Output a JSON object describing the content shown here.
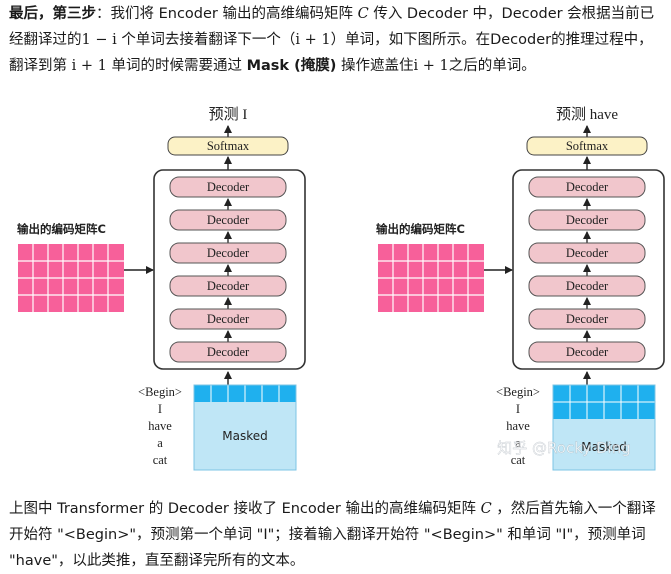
{
  "step_paragraph": {
    "lead": "最后，第三步",
    "t1": "：我们将 Encoder 输出的高维编码矩阵 ",
    "C": "C",
    "t2": " 传入 Decoder 中，Decoder 会根据当前已经翻译过的",
    "expr_i_minus": "1 − i",
    "t3": " 个单词去接着翻译下一个（",
    "expr_i_plus1": "i + 1",
    "t4": "）单词，如下图所示。在Decoder的推理过程中，翻译到第 ",
    "expr_i_plus2": "i + 1",
    "t5": " 单词的时候需要通过 ",
    "mask_term": "Mask (掩膜)",
    "t6": " 操作遮盖住",
    "expr_i_plus3": "i + 1",
    "t7": "之后的单词。"
  },
  "figure": {
    "left": {
      "predict_label": "预测 I",
      "softmax": "Softmax",
      "decoder_label": "Decoder",
      "encoder_matrix_label": "输出的编码矩阵C",
      "inputs": [
        "<Begin>",
        "I",
        "have",
        "a",
        "cat"
      ],
      "mask_label": "Masked"
    },
    "right": {
      "predict_label": "预测 have",
      "softmax": "Softmax",
      "decoder_label": "Decoder",
      "encoder_matrix_label": "输出的编码矩阵C",
      "inputs": [
        "<Begin>",
        "I",
        "have",
        "a",
        "cat"
      ],
      "mask_label": "Masked"
    },
    "watermark": "知乎 @Rocky Ding",
    "colors": {
      "matrix_pink": "#f7609a",
      "decoder_pink": "#f1c6cc",
      "softmax_yellow": "#fcf2c6",
      "unmasked_blue": "#1fb0ee",
      "masked_light_blue": "#bfe6f6"
    }
  },
  "summary_paragraph": {
    "t1": "上图中 Transformer 的 Decoder 接收了 Encoder 输出的高维编码矩阵 ",
    "C": "C",
    "t2": " ，然后首先输入一个翻译开始符 \"<Begin>\"，预测第一个单词 \"I\"；接着输入翻译开始符 \"<Begin>\" 和单词 \"I\"，预测单词 \"have\"，以此类推，直至翻译完所有的文本。"
  }
}
